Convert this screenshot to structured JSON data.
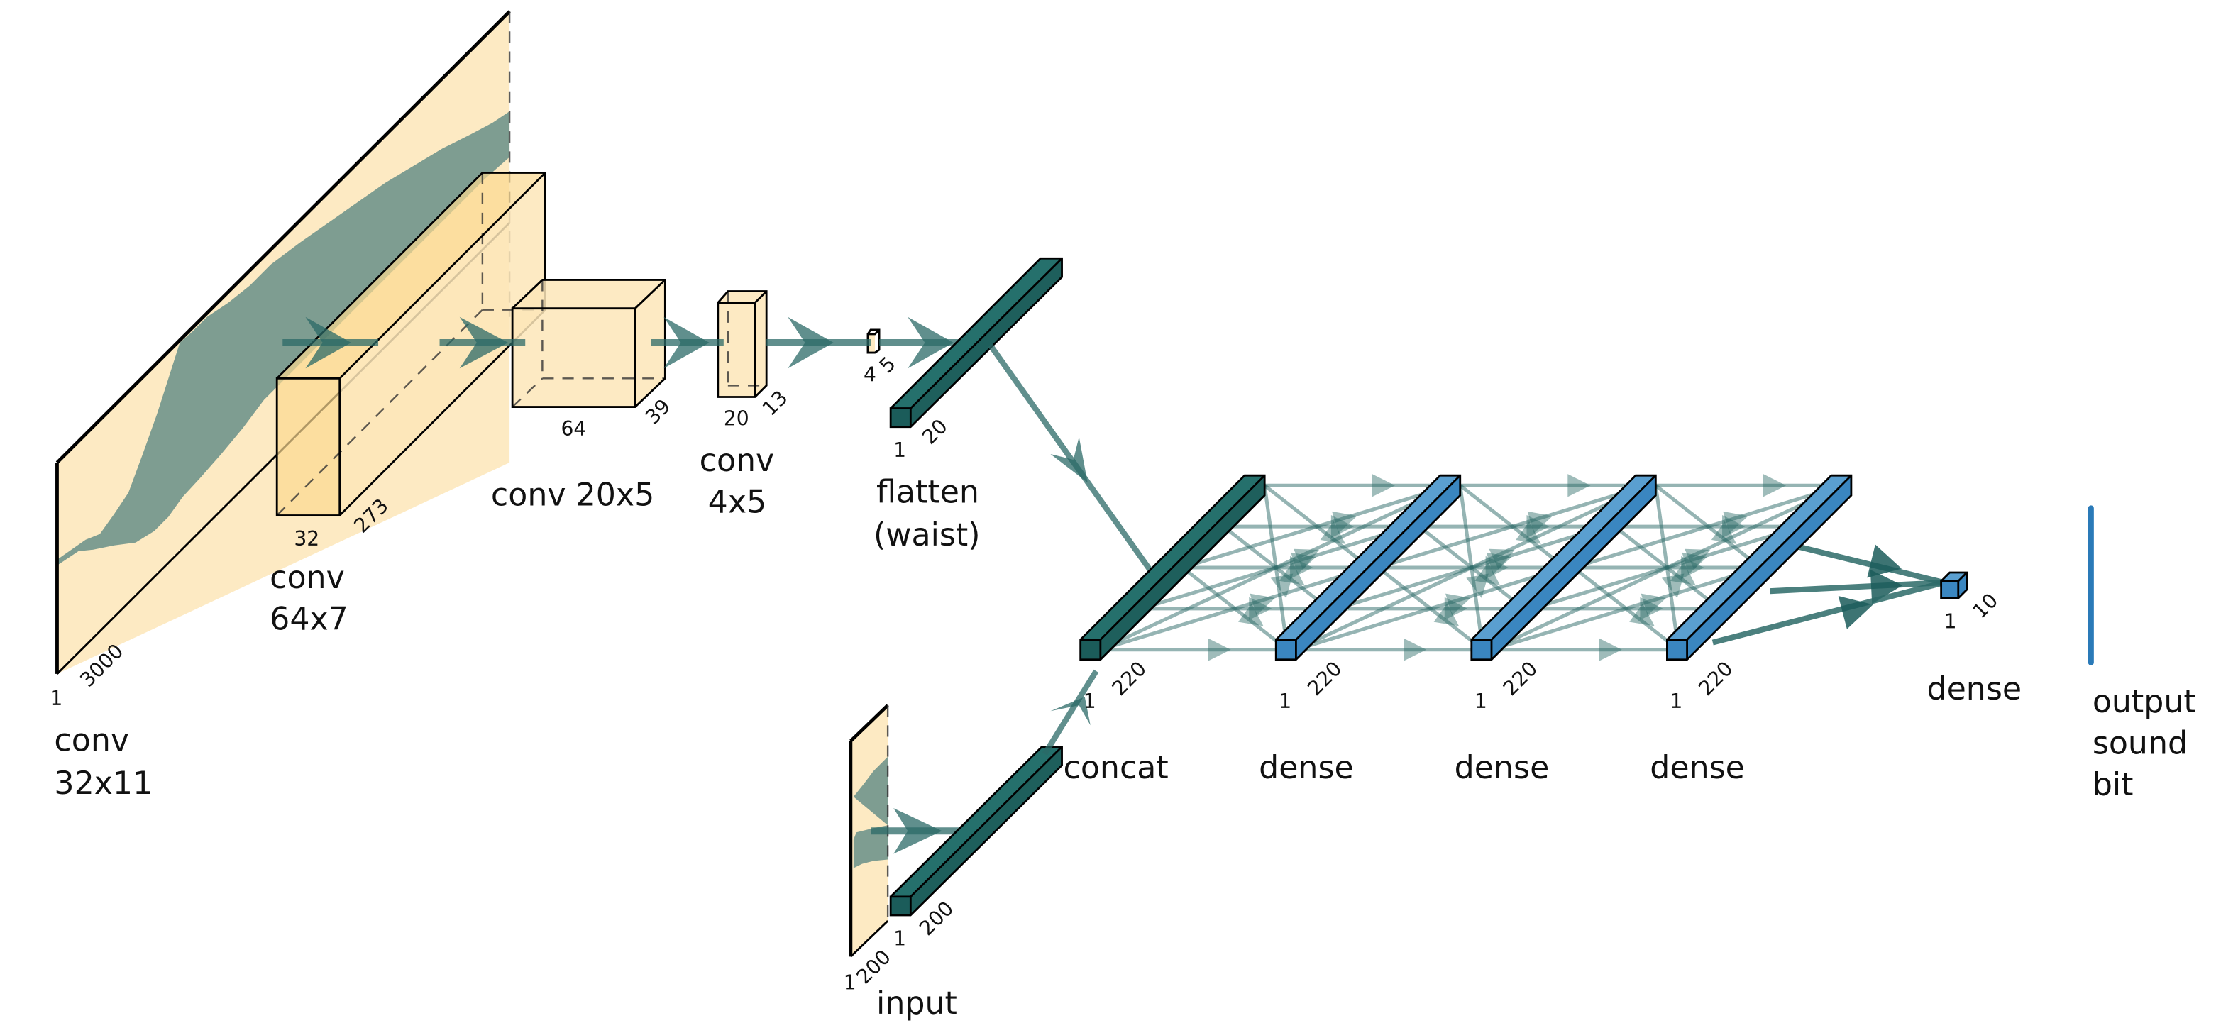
{
  "title": "Neural network architecture: waveform CNN + dense head",
  "colors": {
    "feature_map": "#fde6b8",
    "waveform": "#5e8a85",
    "connection": "#2b6a67",
    "flatten_concat": "#1b5c5a",
    "dense": "#3a86c0",
    "output": "#2a7ab8"
  },
  "layers": {
    "conv1": {
      "name_line1": "conv",
      "name_line2": "32x11",
      "dims": [
        "1",
        "3000"
      ]
    },
    "conv2": {
      "name_line1": "conv",
      "name_line2": "64x7",
      "dims": [
        "32",
        "273"
      ]
    },
    "conv3": {
      "name": "conv 20x5",
      "dims": [
        "64",
        "39"
      ]
    },
    "conv4": {
      "name_line1": "conv",
      "name_line2": "4x5",
      "dims": [
        "20",
        "13"
      ]
    },
    "pool": {
      "dims": [
        "4",
        "5"
      ]
    },
    "flatten": {
      "name_line1": "flatten",
      "name_line2": "(waist)",
      "dims": [
        "1",
        "20"
      ]
    },
    "input": {
      "name": "input",
      "dims": [
        "1",
        "200"
      ]
    },
    "input_vector": {
      "dims": [
        "1",
        "200"
      ]
    },
    "concat": {
      "name": "concat",
      "dims": [
        "1",
        "220"
      ]
    },
    "dense1": {
      "name": "dense",
      "dims": [
        "1",
        "220"
      ]
    },
    "dense2": {
      "name": "dense",
      "dims": [
        "1",
        "220"
      ]
    },
    "dense3": {
      "name": "dense",
      "dims": [
        "1",
        "220"
      ]
    },
    "dense4": {
      "name": "dense",
      "dims": [
        "1",
        "10"
      ]
    },
    "output": {
      "name_line1": "output",
      "name_line2": "sound",
      "name_line3": "bit"
    }
  }
}
